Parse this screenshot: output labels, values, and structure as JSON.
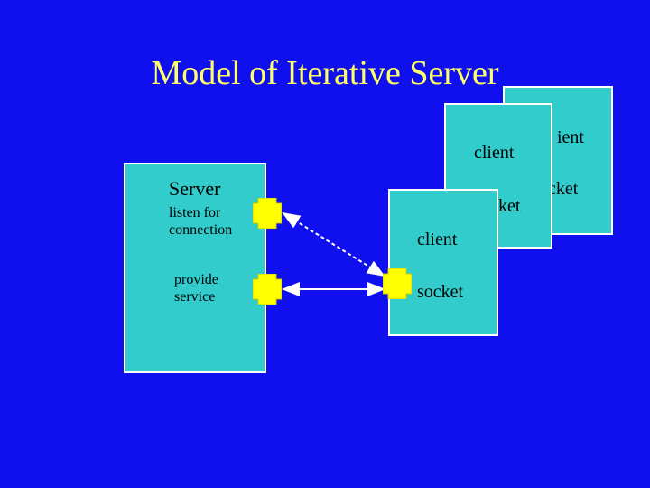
{
  "title": "Model of Iterative Server",
  "server": {
    "label": "Server",
    "listen_label": "listen for connection",
    "provide_label": "provide service"
  },
  "clients": {
    "back": {
      "client_label": "ient",
      "socket_label": "cket"
    },
    "middle": {
      "client_label": "client",
      "socket_label": "ket"
    },
    "front": {
      "client_label": "client",
      "socket_label": "socket"
    }
  },
  "colors": {
    "background": "#1010ee",
    "box_fill": "#33cccc",
    "box_border": "#ffffff",
    "title": "#ffff66",
    "connector": "#ffff00"
  },
  "icons": [
    "socket-plug-icon",
    "dashed-connection-arrow",
    "service-arrow"
  ]
}
